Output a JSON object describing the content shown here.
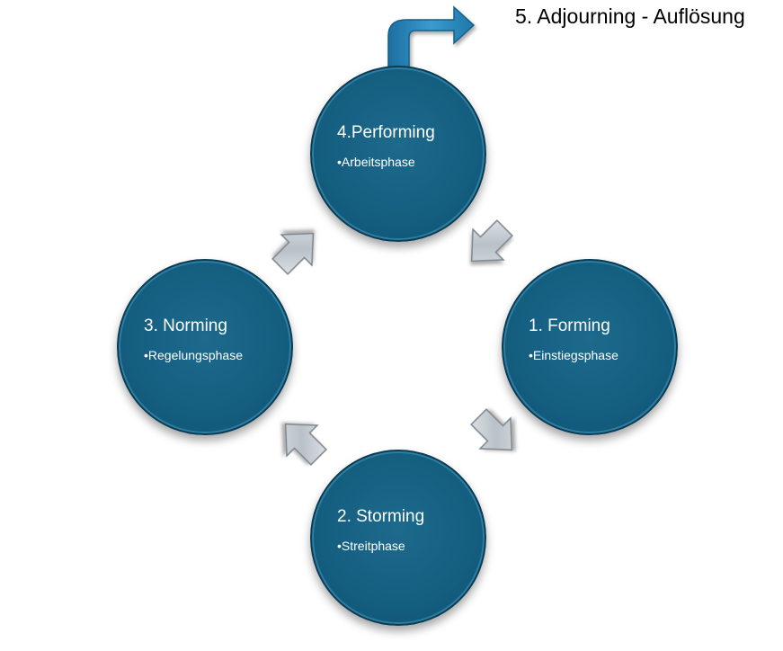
{
  "adjourning": {
    "label": "5. Adjourning - Auflösung"
  },
  "stages": {
    "performing": {
      "title": "4.Performing",
      "subtitle": "•Arbeitsphase"
    },
    "forming": {
      "title": "1. Forming",
      "subtitle": "•Einstiegsphase"
    },
    "storming": {
      "title": "2. Storming",
      "subtitle": "•Streitphase"
    },
    "norming": {
      "title": "3. Norming",
      "subtitle": "•Regelungsphase"
    }
  },
  "colors": {
    "circle_fill": "#145e80",
    "circle_border": "#0c3c54",
    "arrow_fill": "#c9d0d6",
    "exit_arrow": "#2a82b4"
  }
}
